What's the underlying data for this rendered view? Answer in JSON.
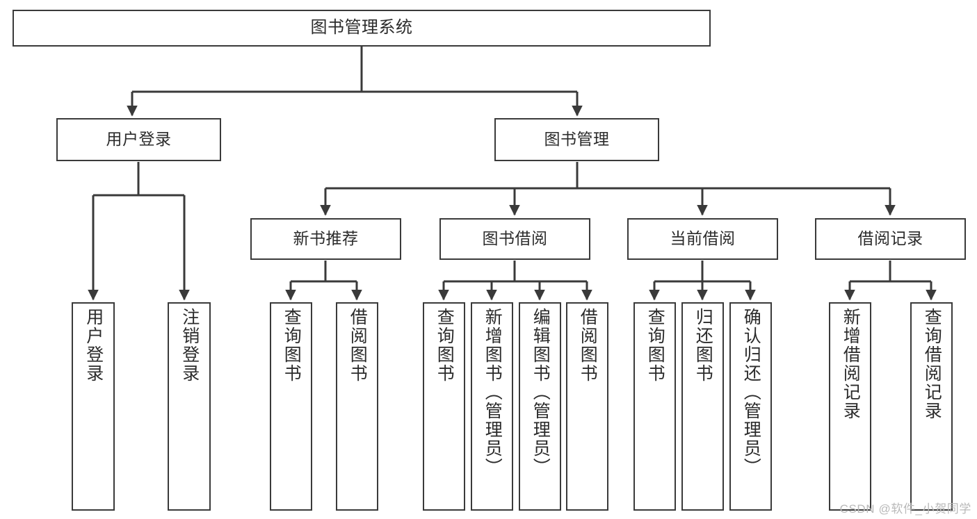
{
  "diagram": {
    "title": "图书管理系统",
    "type": "function-hierarchy-tree",
    "watermark": "CSDN @软件_小贺同学",
    "colors": {
      "stroke": "#3a3a3a",
      "text": "#2b2b2b",
      "background": "#ffffff",
      "watermark": "#b9b9b9"
    },
    "nodes": {
      "root": {
        "label": "图书管理系统"
      },
      "level2": [
        {
          "id": "user-login",
          "label": "用户登录"
        },
        {
          "id": "book-manage",
          "label": "图书管理"
        }
      ],
      "level3": [
        {
          "id": "new-book-recommend",
          "label": "新书推荐"
        },
        {
          "id": "book-borrow",
          "label": "图书借阅"
        },
        {
          "id": "current-borrow",
          "label": "当前借阅"
        },
        {
          "id": "borrow-record",
          "label": "借阅记录"
        }
      ],
      "leaves": {
        "user_login": [
          {
            "id": "leaf-user-login",
            "label": "用户登录"
          },
          {
            "id": "leaf-logout-login",
            "label": "注销登录"
          }
        ],
        "new_book_recommend": [
          {
            "id": "leaf-query-book-1",
            "label": "查询图书"
          },
          {
            "id": "leaf-borrow-book-1",
            "label": "借阅图书"
          }
        ],
        "book_borrow": [
          {
            "id": "leaf-query-book-2",
            "label": "查询图书"
          },
          {
            "id": "leaf-add-book",
            "label": "新增图书（管理员）"
          },
          {
            "id": "leaf-edit-book",
            "label": "编辑图书（管理员）"
          },
          {
            "id": "leaf-borrow-book-2",
            "label": "借阅图书"
          }
        ],
        "current_borrow": [
          {
            "id": "leaf-query-book-3",
            "label": "查询图书"
          },
          {
            "id": "leaf-return-book",
            "label": "归还图书"
          },
          {
            "id": "leaf-confirm-return",
            "label": "确认归还（管理员）"
          }
        ],
        "borrow_record": [
          {
            "id": "leaf-add-borrow-record",
            "label": "新增借阅记录"
          },
          {
            "id": "leaf-query-borrow-record",
            "label": "查询借阅记录"
          }
        ]
      }
    }
  }
}
